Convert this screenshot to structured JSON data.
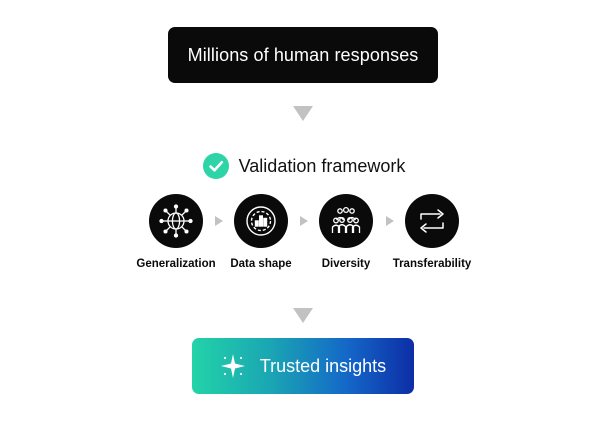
{
  "top_box": {
    "label": "Millions of human responses"
  },
  "validation": {
    "label": "Validation framework",
    "icon": "check-circle-icon",
    "accent": "#2dd4a7"
  },
  "steps": [
    {
      "label": "Generalization",
      "icon": "globe-network-icon"
    },
    {
      "label": "Data shape",
      "icon": "bar-chart-circle-icon"
    },
    {
      "label": "Diversity",
      "icon": "people-group-icon"
    },
    {
      "label": "Transferability",
      "icon": "swap-arrows-icon"
    }
  ],
  "bottom_box": {
    "label": "Trusted insights",
    "icon": "sparkle-icon",
    "gradient": [
      "#22d3a8",
      "#0d2ea6"
    ]
  }
}
